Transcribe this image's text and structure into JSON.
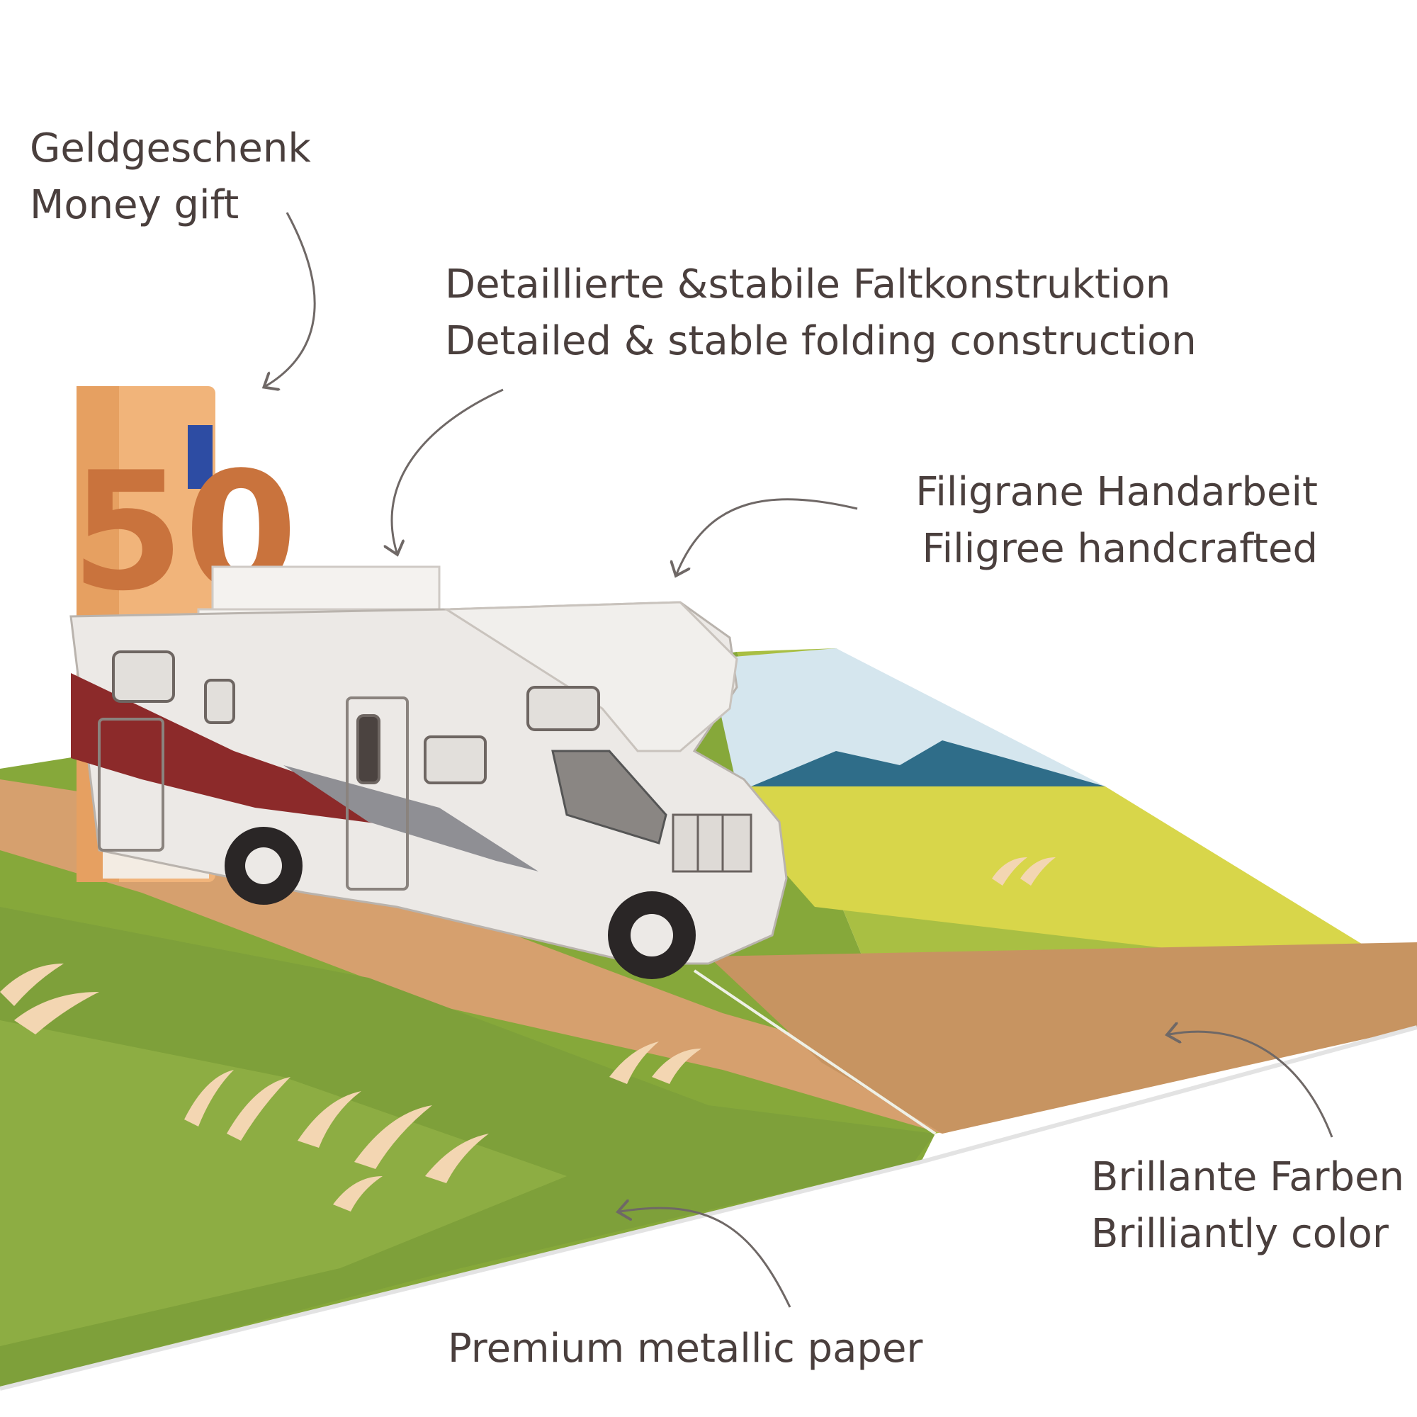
{
  "annotations": {
    "money_gift": {
      "de": "Geldgeschenk",
      "en": "Money gift"
    },
    "construction": {
      "de": "Detaillierte &stabile Faltkonstruktion",
      "en": "Detailed & stable folding construction"
    },
    "handcrafted": {
      "de": "Filigrane Handarbeit",
      "en": "Filigree handcrafted"
    },
    "colors": {
      "de": "Brillante Farben",
      "en": "Brilliantly color"
    },
    "paper": {
      "en": "Premium metallic paper"
    }
  },
  "banknote": {
    "denomination": "50"
  },
  "colors": {
    "text": "#4a3f3d",
    "arrow": "#6f6866",
    "grass_dark": "#86a83a",
    "grass_light": "#b7c94a",
    "path": "#d6a06e",
    "sky": "#cfe3ee",
    "mountain": "#2f6d89",
    "van_body": "#ece9e6",
    "van_stripe": "#8c2a2a"
  }
}
